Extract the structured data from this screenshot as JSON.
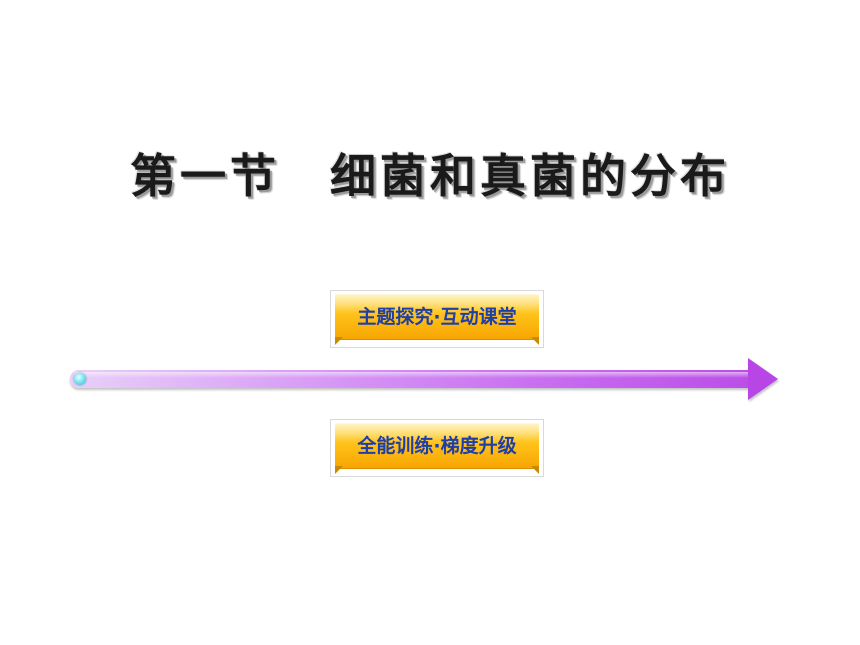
{
  "slide": {
    "title": "第一节　细菌和真菌的分布"
  },
  "buttons": {
    "explore_label": "主题探究·互动课堂",
    "training_label": "全能训练·梯度升级"
  },
  "colors": {
    "button_gold": "#ffc21a",
    "button_text": "#1f3fa8",
    "arrow_purple": "#bb4ee8",
    "arrow_dot_cyan": "#7fe8f0"
  }
}
